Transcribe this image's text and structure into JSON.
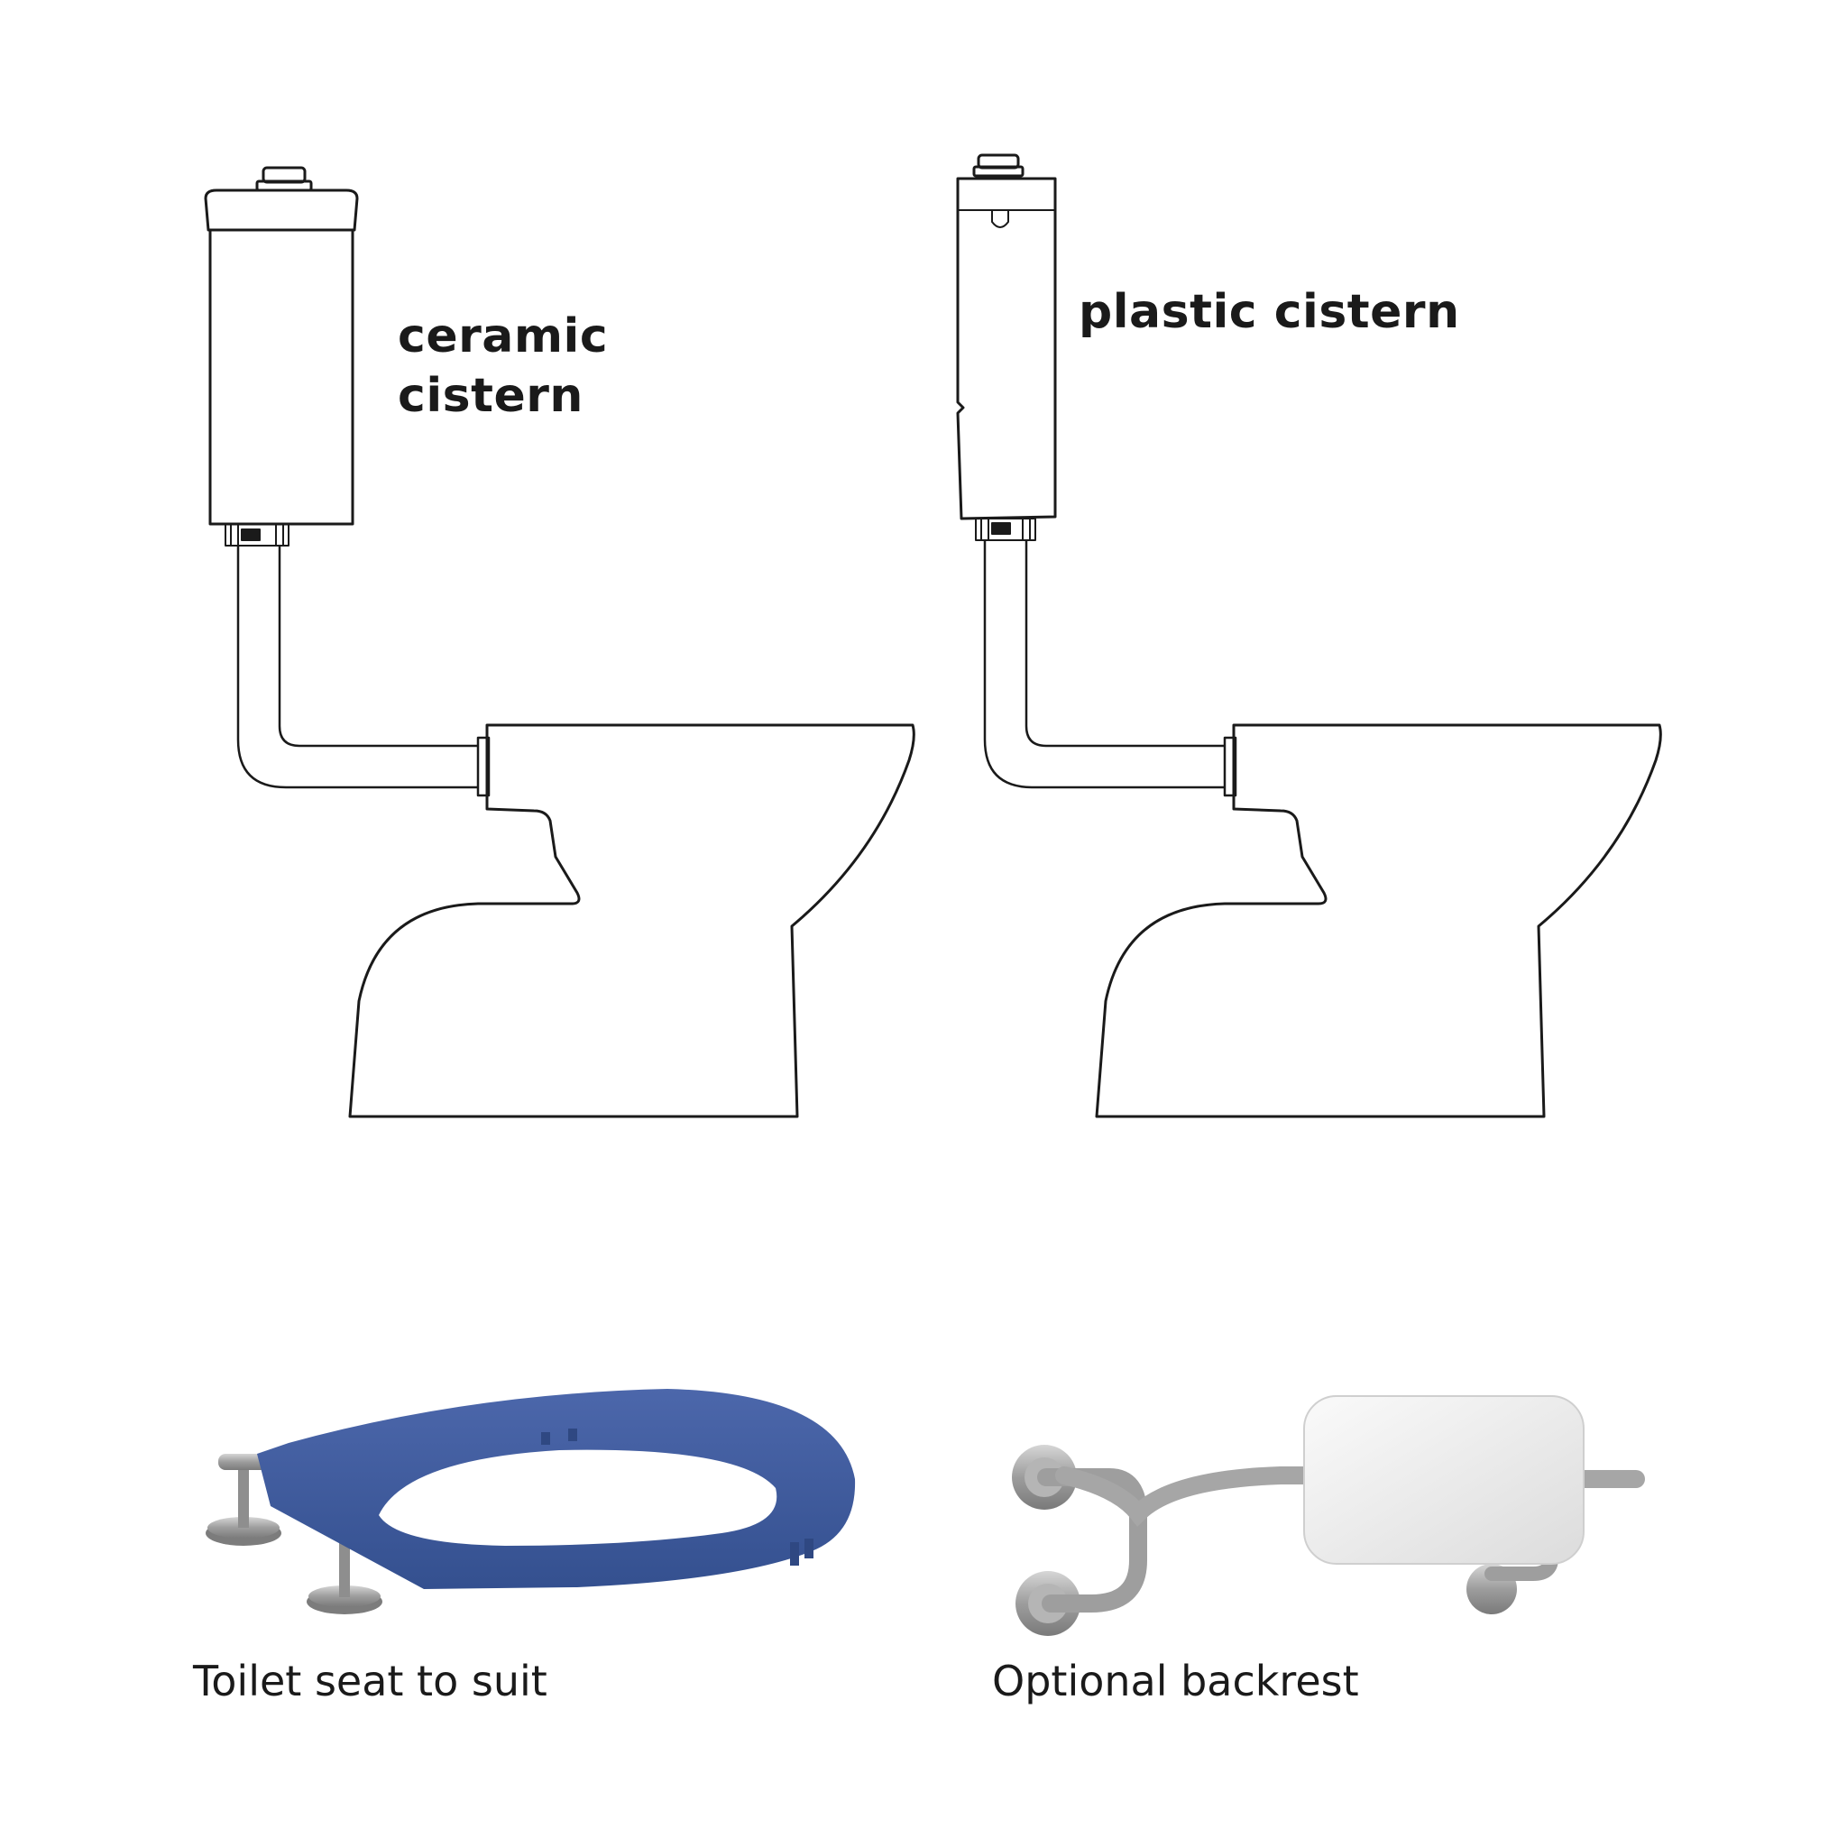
{
  "labels": {
    "ceramic_cistern": "ceramic\ncistern",
    "plastic_cistern": "plastic cistern",
    "toilet_seat": "Toilet seat to suit",
    "backrest": "Optional backrest"
  },
  "colors": {
    "line": "#1a1a1a",
    "seat_blue": "#3e5a9c",
    "metal": "#a9a9a9",
    "cushion": "#f2f2f2"
  },
  "icons": {
    "ceramic_assembly": "toilet-with-ceramic-cistern-icon",
    "plastic_assembly": "toilet-with-plastic-cistern-icon",
    "seat": "toilet-seat-icon",
    "backrest": "backrest-icon"
  }
}
